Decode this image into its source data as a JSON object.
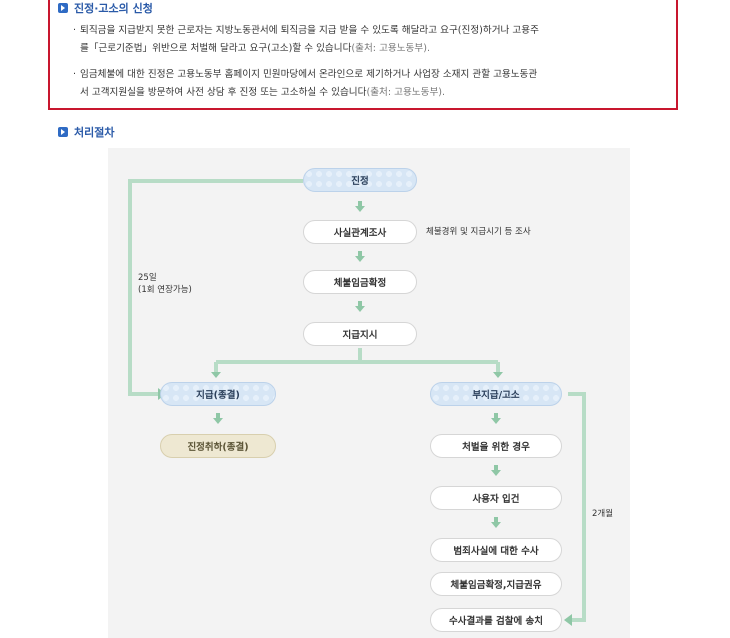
{
  "section1": {
    "title": "진정·고소의 신청",
    "para1_line1": "퇴직금을 지급받지 못한 근로자는 지방노동관서에 퇴직금을 지급 받을 수 있도록 해달라고 요구(진정)하거나 고용주",
    "para1_line2a": "를「근로기준법」위반으로 처벌해 달라고 요구(고소)할 수 있습니다",
    "para1_line2b": "(출처: 고용노동부).",
    "para2_line1": "임금체불에 대한 진정은 고용노동부 홈페이지 민원마당에서 온라인으로 제기하거나 사업장 소재지 관할 고용노동관",
    "para2_line2a": "서 고객지원실을 방문하여 사전 상담 후 진정 또는 고소하실 수 있습니다",
    "para2_line2b": "(출처: 고용노동부)."
  },
  "section2": {
    "title": "처리절차"
  },
  "flow": {
    "n_jinjeong": "진정",
    "n_fact": "사실관계조사",
    "fact_note": "체불경위 및 지급시기 등 조사",
    "n_confirm": "체불임금확정",
    "n_order": "지급지시",
    "left_note_line1": "25일",
    "left_note_line2": "(1회 연장가능)",
    "n_paid": "지급(종결)",
    "n_withdraw": "진정취하(종결)",
    "n_unpaid": "부지급/고소",
    "n_punish": "처벌을 위한 경우",
    "n_employer": "사용자 입건",
    "n_investigate": "범죄사실에 대한 수사",
    "n_recommend": "체불임금확정,지급권유",
    "n_send": "수사결과를 검찰에 송치",
    "right_note": "2개월"
  },
  "colors": {
    "accent": "#c8162e",
    "heading": "#2a5aa8",
    "line": "#8fc7a6"
  }
}
